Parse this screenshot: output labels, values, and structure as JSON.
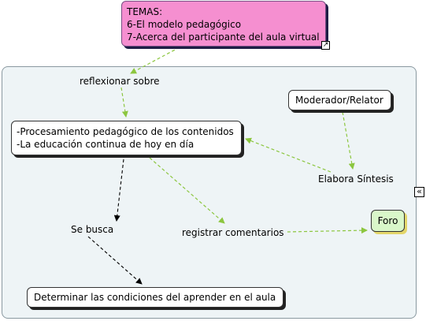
{
  "temas": {
    "title": "TEMAS:",
    "line1": "6-El modelo pedagógico",
    "line2": "7-Acerca del participante del aula virtual"
  },
  "labels": {
    "reflexionar": "reflexionar sobre",
    "elabora": "Elabora Síntesis",
    "se_busca": "Se busca",
    "registrar": "registrar comentarios"
  },
  "nodes": {
    "procesamiento": {
      "line1": "-Procesamiento pedagógico de los contenidos",
      "line2": "-La educación continua de hoy en día"
    },
    "moderador": "Moderador/Relator",
    "determinar": "Determinar las condiciones del aprender en el aula",
    "foro": "Foro"
  },
  "icons": {
    "external_link": "external-link-icon",
    "collapse": "double-chevron-left-icon"
  },
  "colors": {
    "temas_bg": "#f58fd0",
    "foro_bg": "#d9f7c9",
    "panel_bg": "#eef4f6",
    "green_link": "#8cc63f",
    "black_link": "#000000"
  }
}
